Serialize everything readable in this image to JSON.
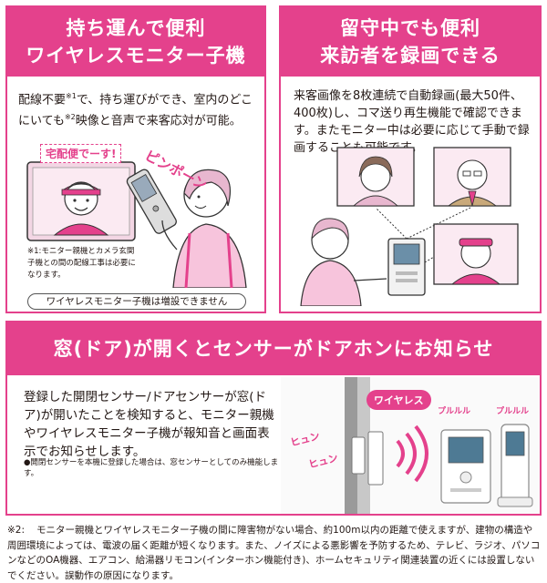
{
  "panel1": {
    "title_line1": "持ち運んで便利",
    "title_line2": "ワイヤレスモニター子機",
    "body_a": "配線不要",
    "body_sup1": "※1",
    "body_b": "で、持ち運びができ、室内のどこにいても",
    "body_sup2": "※2",
    "body_c": "映像と音声で来客応対が可能。",
    "callout": "宅配便でーす!",
    "sound": "ピンポーン",
    "note": "※1:モニター親機とカメラ玄関子機との間の配線工事は必要になります。",
    "notice": "ワイヤレスモニター子機は増設できません"
  },
  "panel2": {
    "title_line1": "留守中でも便利",
    "title_line2": "来訪者を録画できる",
    "body": "来客画像を8枚連続で自動録画(最大50件、400枚)し、コマ送り再生機能で確認できます。またモニター中は必要に応じて手動で録画することも可能です。"
  },
  "panel3": {
    "title": "窓(ドア)が開くとセンサーがドアホンにお知らせ",
    "body": "登録した開閉センサー/ドアセンサーが窓(ドア)が開いたことを検知すると、モニター親機やワイヤレスモニター子機が報知音と画面表示でお知らせします。",
    "note": "●開閉センサーを本機に登録した場合は、窓センサーとしてのみ機能します。",
    "wireless_label": "ワイヤレス",
    "pururu_1": "プルルル",
    "pururu_2": "プルルル",
    "hyun_1": "ヒュン",
    "hyun_2": "ヒュン"
  },
  "footnote": {
    "mark": "※2:",
    "text": "モニター親機とワイヤレスモニター子機の間に障害物がない場合、約100m以内の距離で使えますが、建物の構造や周囲環境によっては、電波の届く距離が短くなります。また、ノイズによる悪影響を予防するため、テレビ、ラジオ、パソコンなどのOA機器、エアコン、給湯器リモコン(インターホン機能付き)、ホームセキュリティ関連装置の近くには設置しないでください。誤動作の原因になります。"
  },
  "colors": {
    "accent": "#e4418c",
    "accent_light": "#f7c4dc",
    "text": "#231815"
  },
  "icons": [
    "monitor-device",
    "wireless-handset",
    "door-sensor",
    "wireless-waves"
  ]
}
